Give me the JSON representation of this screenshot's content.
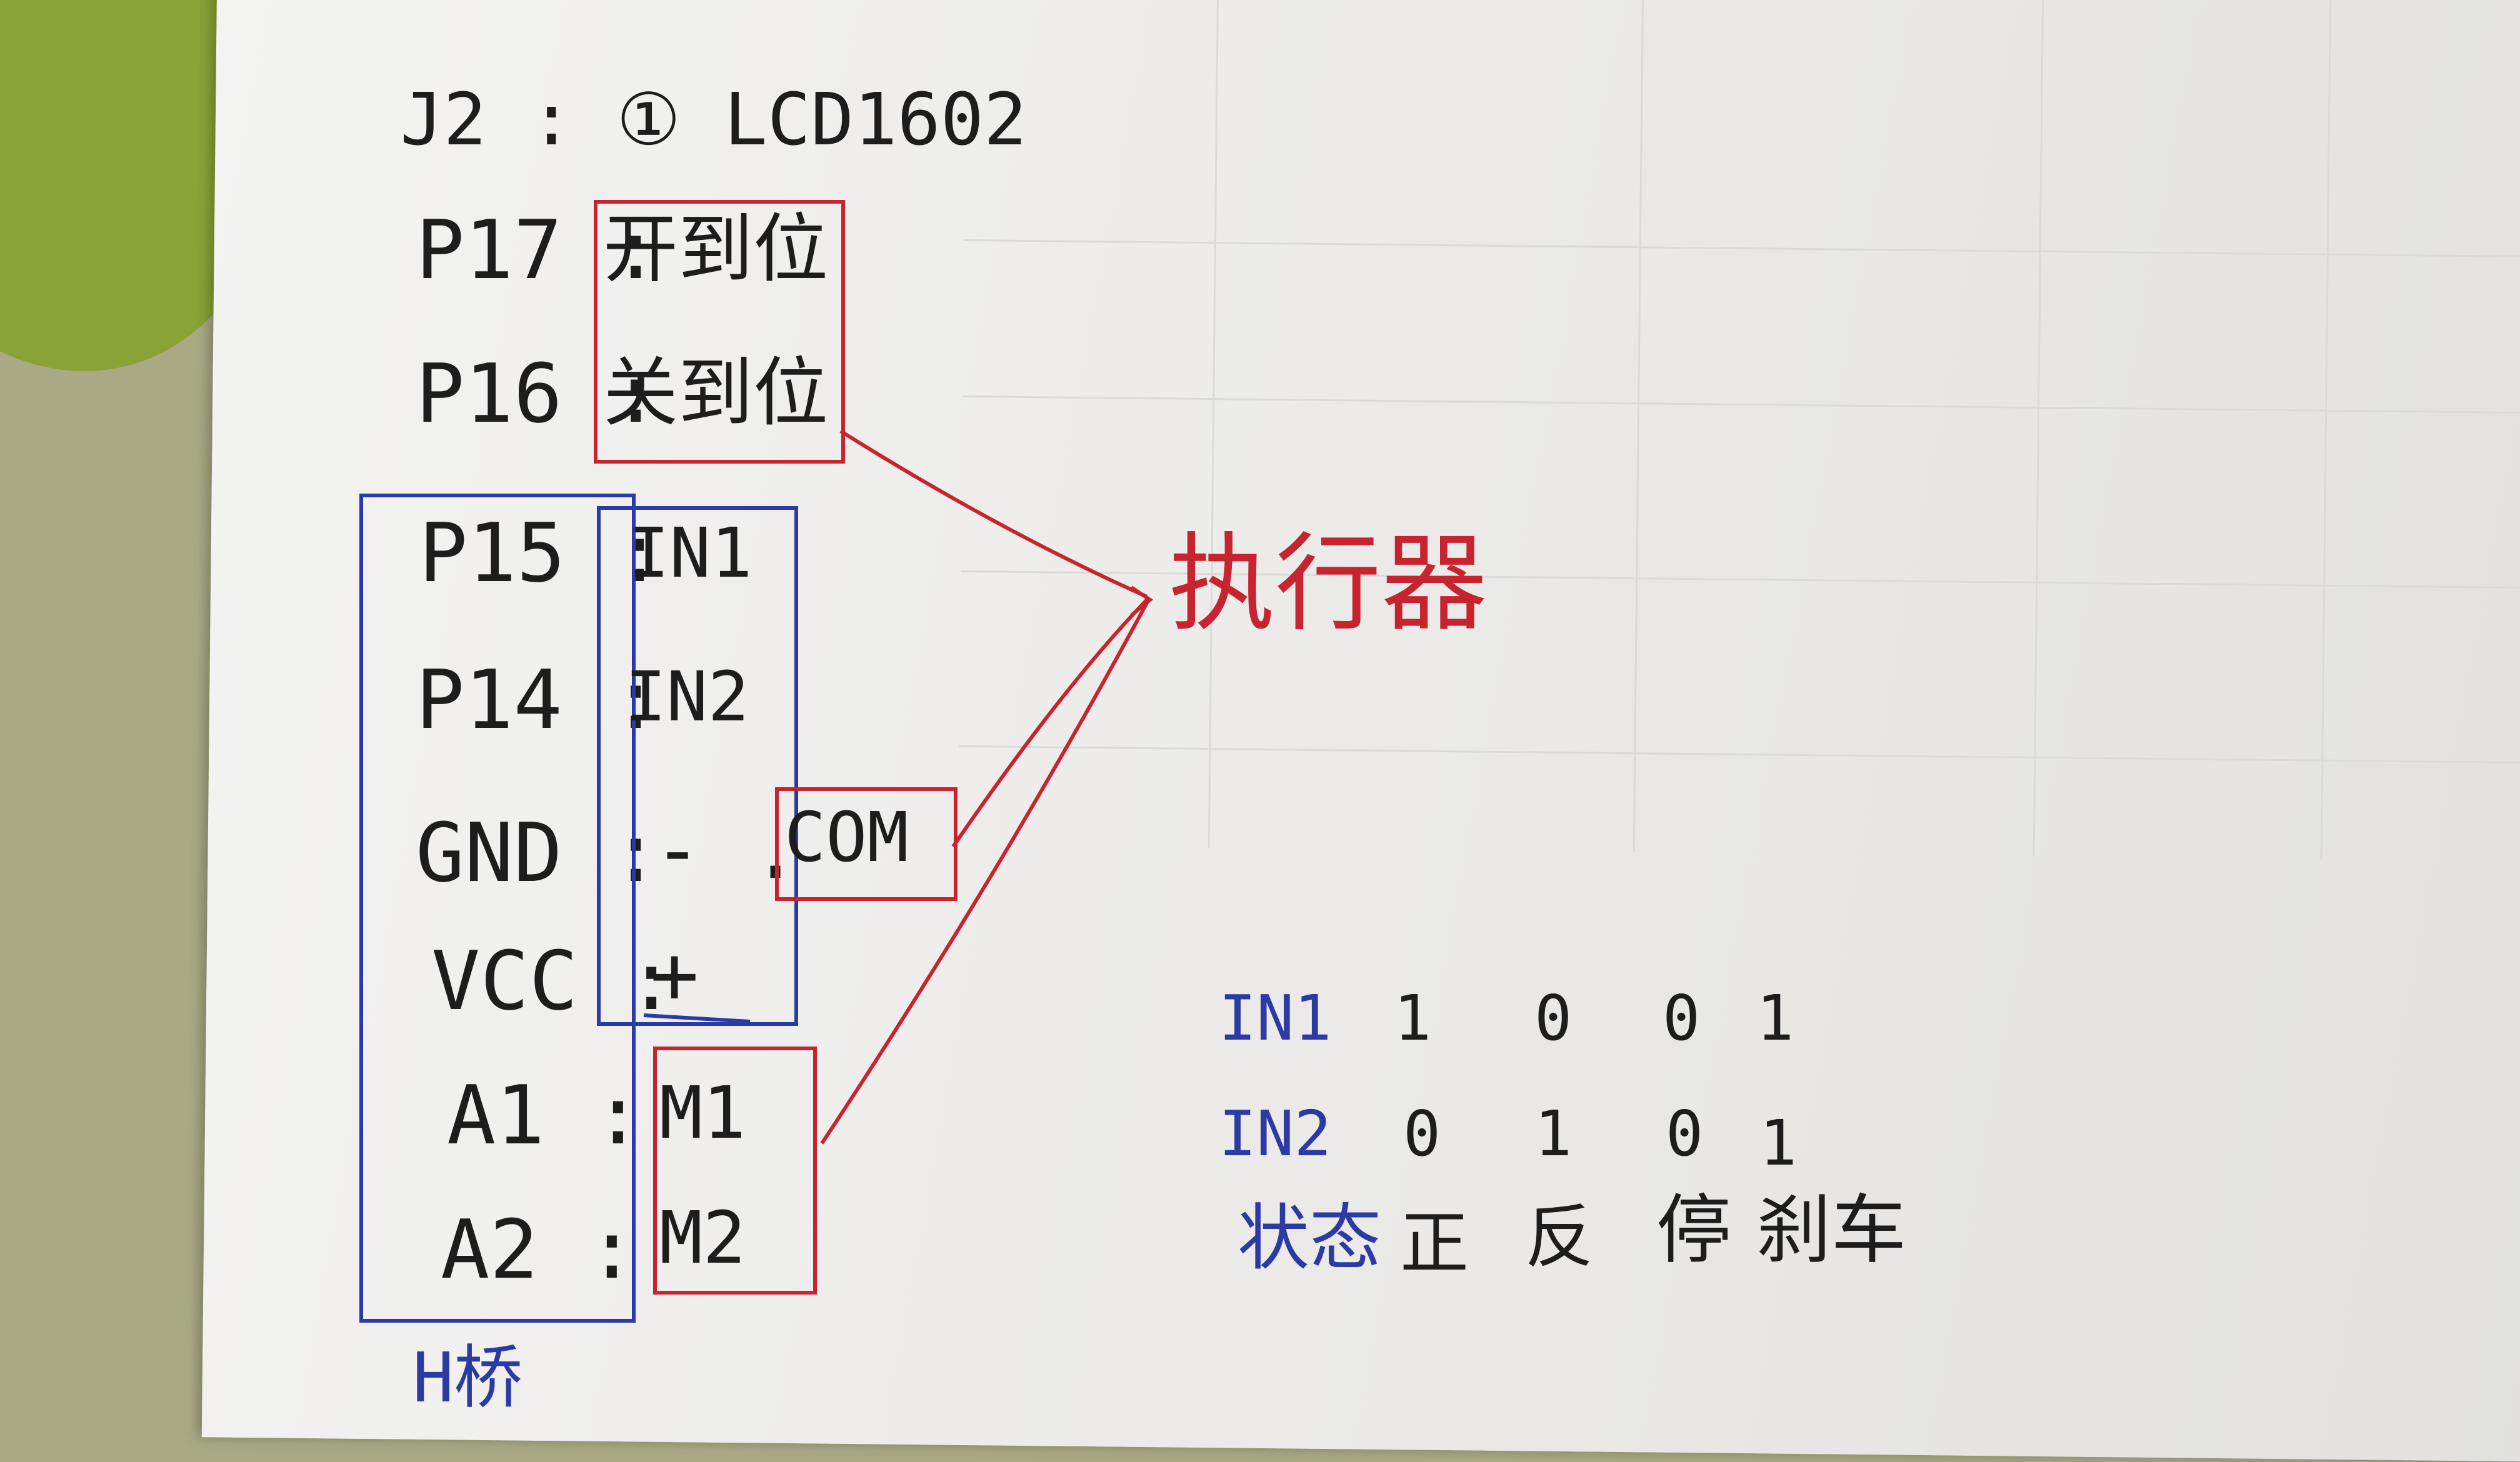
{
  "notes": {
    "j2": "J2 : ① LCD1602",
    "p17": "P17 :",
    "p17_val": "开到位",
    "p16": "P16 :",
    "p16_val": "关到位",
    "p15": "P15 :",
    "p15_val": "IN1",
    "p14": "P14 :",
    "p14_val": "IN2",
    "gnd": "GND :",
    "gnd_val": "- .",
    "com": "COM",
    "vcc": "VCC :",
    "vcc_val": "+",
    "a1": "A1 :",
    "a1_val": "M1",
    "a2": "A2 :",
    "a2_val": "M2",
    "actuator": "执行器",
    "hbridge": "H桥"
  },
  "truth_table": {
    "rows": [
      {
        "label": "IN1",
        "values": [
          "1",
          "0",
          "0",
          "1"
        ]
      },
      {
        "label": "IN2",
        "values": [
          "0",
          "1",
          "0",
          "1"
        ]
      }
    ],
    "state_label": "状态",
    "states": [
      "正",
      "反",
      "停",
      "刹车"
    ]
  },
  "colors": {
    "ink": "#1d1d1d",
    "red": "#c8242f",
    "blue": "#2c3aa3",
    "paper": "#efefec"
  }
}
